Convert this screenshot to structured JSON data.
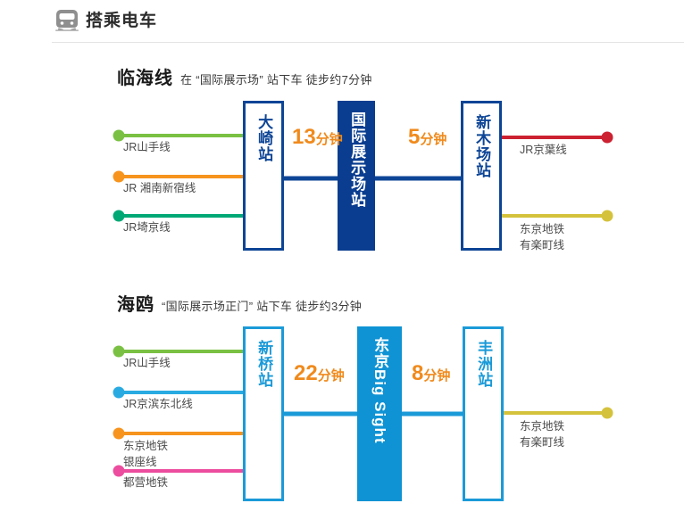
{
  "header": {
    "icon": "train-icon",
    "title": "搭乘电车"
  },
  "colors": {
    "navy": "#0a3d8f",
    "navy_border": "#0d4596",
    "cyan": "#0f93d4",
    "cyan_border": "#1b9ad8",
    "orange_text": "#f08a1c",
    "green": "#7ac143",
    "orange": "#f7941e",
    "teal": "#00a875",
    "red": "#cc2131",
    "gold": "#d4c23c",
    "lightblue": "#29abe2",
    "pink": "#ec4d9e",
    "divider": "#e4e4e4"
  },
  "sections": [
    {
      "name": "rinkai",
      "title": "临海线",
      "subtitle": "在 “国际展示场” 站下车 徒步约7分钟",
      "stations": [
        {
          "label": "大崎站",
          "style": "outline-navy"
        },
        {
          "label": "国际展示场站",
          "style": "fill-navy"
        },
        {
          "label": "新木场站",
          "style": "outline-navy"
        }
      ],
      "durations": [
        {
          "num": "13",
          "unit": "分钟"
        },
        {
          "num": "5",
          "unit": "分钟"
        }
      ],
      "left_lines": [
        {
          "label": "JR山手线",
          "color": "#7ac143"
        },
        {
          "label": "JR 湘南新宿线",
          "color": "#f7941e"
        },
        {
          "label": "JR埼京线",
          "color": "#00a875"
        }
      ],
      "right_lines": [
        {
          "label": "JR京葉线",
          "label2": "",
          "color": "#cc2131"
        },
        {
          "label": "东京地铁",
          "label2": "有楽町线",
          "color": "#d4c23c"
        }
      ]
    },
    {
      "name": "yurikamome",
      "title": "海鸥",
      "subtitle": "“国际展示场正门” 站下车 徒步约3分钟",
      "stations": [
        {
          "label": "新桥站",
          "style": "outline-cyan"
        },
        {
          "label": "东京Big Sight",
          "style": "fill-cyan"
        },
        {
          "label": "丰洲站",
          "style": "outline-cyan"
        }
      ],
      "durations": [
        {
          "num": "22",
          "unit": "分钟"
        },
        {
          "num": "8",
          "unit": "分钟"
        }
      ],
      "left_lines": [
        {
          "label": "JR山手线",
          "color": "#7ac143"
        },
        {
          "label": "JR京滨东北线",
          "color": "#29abe2"
        },
        {
          "label": "东京地铁",
          "label2": "银座线",
          "color": "#f7941e"
        },
        {
          "label": "都营地铁",
          "color": "#ec4d9e"
        }
      ],
      "right_lines": [
        {
          "label": "东京地铁",
          "label2": "有楽町线",
          "color": "#d4c23c"
        }
      ]
    }
  ]
}
